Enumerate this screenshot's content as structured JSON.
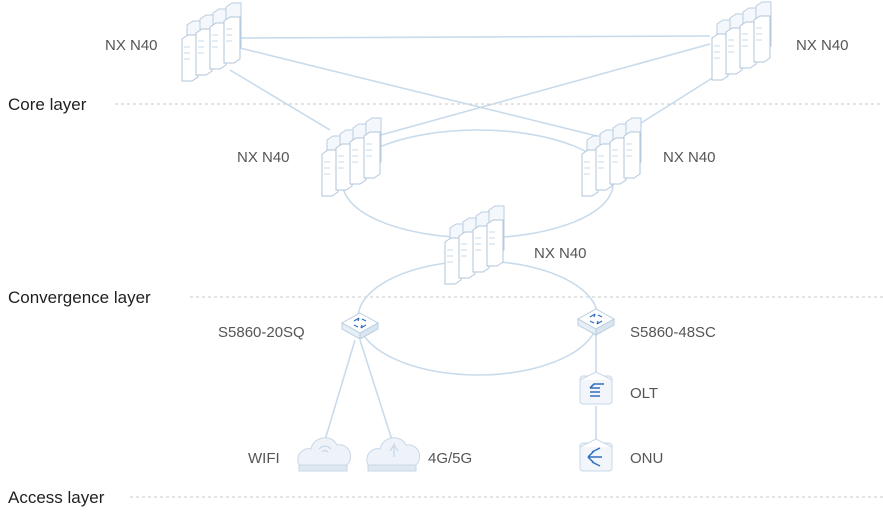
{
  "layers": {
    "core": "Core layer",
    "convergence": "Convergence layer",
    "access": "Access layer"
  },
  "nodes": {
    "core_left": "NX N40",
    "core_right": "NX N40",
    "mid_left": "NX N40",
    "mid_right": "NX N40",
    "center": "NX N40",
    "switch_left": "S5860-20SQ",
    "switch_right": "S5860-48SC",
    "olt": "OLT",
    "onu": "ONU",
    "wifi": "WIFI",
    "cellular": "4G/5G"
  },
  "colors": {
    "server_body": "#f4f8fc",
    "server_edge": "#b9cde0",
    "link": "#c9dbeb",
    "icon_blue": "#2f6fbf"
  }
}
